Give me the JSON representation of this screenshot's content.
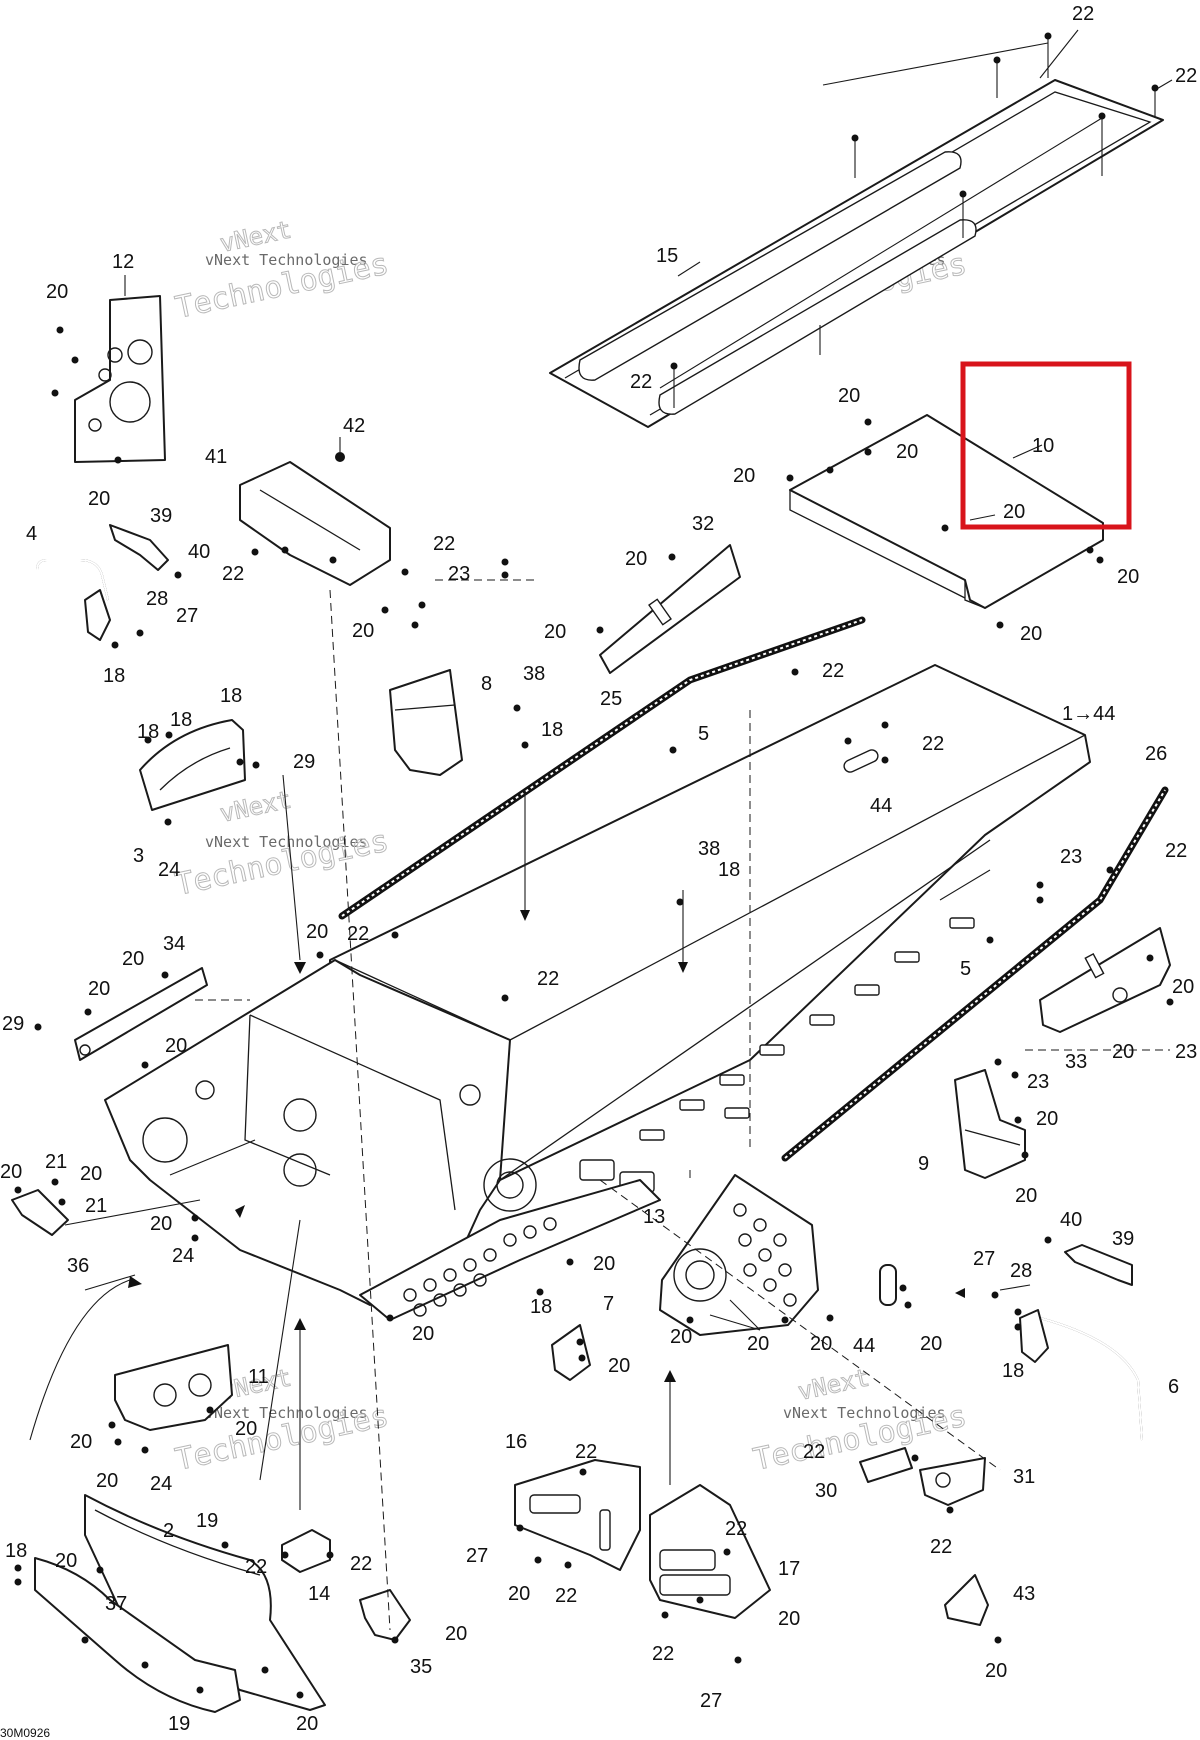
{
  "diagram": {
    "reference_code": "30M0926",
    "highlight_color": "#d8141b",
    "highlighted_part": "10",
    "watermark": {
      "line1": "vNext",
      "line2": "vNext Technologies",
      "line3": "Technologies"
    },
    "callouts": [
      {
        "id": "c-22a",
        "text": "22"
      },
      {
        "id": "c-22b",
        "text": "22"
      },
      {
        "id": "c-15",
        "text": "15"
      },
      {
        "id": "c-22c",
        "text": "22"
      },
      {
        "id": "c-20a",
        "text": "20"
      },
      {
        "id": "c-20b",
        "text": "20"
      },
      {
        "id": "c-20c",
        "text": "20"
      },
      {
        "id": "c-10",
        "text": "10"
      },
      {
        "id": "c-20d",
        "text": "20"
      },
      {
        "id": "c-20e",
        "text": "20"
      },
      {
        "id": "c-20f",
        "text": "20"
      },
      {
        "id": "c-12",
        "text": "12"
      },
      {
        "id": "c-20g",
        "text": "20"
      },
      {
        "id": "c-20h",
        "text": "20"
      },
      {
        "id": "c-42",
        "text": "42"
      },
      {
        "id": "c-41",
        "text": "41"
      },
      {
        "id": "c-39a",
        "text": "39"
      },
      {
        "id": "c-4",
        "text": "4"
      },
      {
        "id": "c-40a",
        "text": "40"
      },
      {
        "id": "c-28a",
        "text": "28"
      },
      {
        "id": "c-27a",
        "text": "27"
      },
      {
        "id": "c-18a",
        "text": "18"
      },
      {
        "id": "c-22d",
        "text": "22"
      },
      {
        "id": "c-22e",
        "text": "22"
      },
      {
        "id": "c-23a",
        "text": "23"
      },
      {
        "id": "c-32",
        "text": "32"
      },
      {
        "id": "c-20i",
        "text": "20"
      },
      {
        "id": "c-20j",
        "text": "20"
      },
      {
        "id": "c-20k",
        "text": "20"
      },
      {
        "id": "c-8",
        "text": "8"
      },
      {
        "id": "c-38a",
        "text": "38"
      },
      {
        "id": "c-18b",
        "text": "18"
      },
      {
        "id": "c-25",
        "text": "25"
      },
      {
        "id": "c-22f",
        "text": "22"
      },
      {
        "id": "c-5a",
        "text": "5"
      },
      {
        "id": "c-22g",
        "text": "22"
      },
      {
        "id": "c-1-44",
        "text": "1→44"
      },
      {
        "id": "c-26",
        "text": "26"
      },
      {
        "id": "c-44a",
        "text": "44"
      },
      {
        "id": "c-18c",
        "text": "18"
      },
      {
        "id": "c-18d",
        "text": "18"
      },
      {
        "id": "c-18e",
        "text": "18"
      },
      {
        "id": "c-29a",
        "text": "29"
      },
      {
        "id": "c-3",
        "text": "3"
      },
      {
        "id": "c-24a",
        "text": "24"
      },
      {
        "id": "c-38b",
        "text": "38"
      },
      {
        "id": "c-18f",
        "text": "18"
      },
      {
        "id": "c-23b",
        "text": "23"
      },
      {
        "id": "c-22h",
        "text": "22"
      },
      {
        "id": "c-20l",
        "text": "20"
      },
      {
        "id": "c-22i",
        "text": "22"
      },
      {
        "id": "c-5b",
        "text": "5"
      },
      {
        "id": "c-20m",
        "text": "20"
      },
      {
        "id": "c-34",
        "text": "34"
      },
      {
        "id": "c-20n",
        "text": "20"
      },
      {
        "id": "c-22j",
        "text": "22"
      },
      {
        "id": "c-29b",
        "text": "29"
      },
      {
        "id": "c-20o",
        "text": "20"
      },
      {
        "id": "c-20p",
        "text": "20"
      },
      {
        "id": "c-33",
        "text": "33"
      },
      {
        "id": "c-20q",
        "text": "20"
      },
      {
        "id": "c-23c",
        "text": "23"
      },
      {
        "id": "c-23d",
        "text": "23"
      },
      {
        "id": "c-20r",
        "text": "20"
      },
      {
        "id": "c-9",
        "text": "9"
      },
      {
        "id": "c-20s",
        "text": "20"
      },
      {
        "id": "c-20t",
        "text": "20"
      },
      {
        "id": "c-21a",
        "text": "21"
      },
      {
        "id": "c-20u",
        "text": "20"
      },
      {
        "id": "c-21b",
        "text": "21"
      },
      {
        "id": "c-36",
        "text": "36"
      },
      {
        "id": "c-20v",
        "text": "20"
      },
      {
        "id": "c-24b",
        "text": "24"
      },
      {
        "id": "c-13",
        "text": "13"
      },
      {
        "id": "c-20w",
        "text": "20"
      },
      {
        "id": "c-18g",
        "text": "18"
      },
      {
        "id": "c-40b",
        "text": "40"
      },
      {
        "id": "c-39b",
        "text": "39"
      },
      {
        "id": "c-27b",
        "text": "27"
      },
      {
        "id": "c-28b",
        "text": "28"
      },
      {
        "id": "c-20x",
        "text": "20"
      },
      {
        "id": "c-7",
        "text": "7"
      },
      {
        "id": "c-20y",
        "text": "20"
      },
      {
        "id": "c-20z",
        "text": "20"
      },
      {
        "id": "c-20aa",
        "text": "20"
      },
      {
        "id": "c-44b",
        "text": "44"
      },
      {
        "id": "c-20ab",
        "text": "20"
      },
      {
        "id": "c-20ac",
        "text": "20"
      },
      {
        "id": "c-18h",
        "text": "18"
      },
      {
        "id": "c-6",
        "text": "6"
      },
      {
        "id": "c-11",
        "text": "11"
      },
      {
        "id": "c-20ad",
        "text": "20"
      },
      {
        "id": "c-20ae",
        "text": "20"
      },
      {
        "id": "c-20af",
        "text": "20"
      },
      {
        "id": "c-24c",
        "text": "24"
      },
      {
        "id": "c-16",
        "text": "16"
      },
      {
        "id": "c-22k",
        "text": "22"
      },
      {
        "id": "c-22l",
        "text": "22"
      },
      {
        "id": "c-30",
        "text": "30"
      },
      {
        "id": "c-31",
        "text": "31"
      },
      {
        "id": "c-22m",
        "text": "22"
      },
      {
        "id": "c-19a",
        "text": "19"
      },
      {
        "id": "c-2",
        "text": "2"
      },
      {
        "id": "c-18i",
        "text": "18"
      },
      {
        "id": "c-20ag",
        "text": "20"
      },
      {
        "id": "c-22n",
        "text": "22"
      },
      {
        "id": "c-22o",
        "text": "22"
      },
      {
        "id": "c-14",
        "text": "14"
      },
      {
        "id": "c-27c",
        "text": "27"
      },
      {
        "id": "c-20ah",
        "text": "20"
      },
      {
        "id": "c-22p",
        "text": "22"
      },
      {
        "id": "c-22q",
        "text": "22"
      },
      {
        "id": "c-17",
        "text": "17"
      },
      {
        "id": "c-20ai",
        "text": "20"
      },
      {
        "id": "c-43",
        "text": "43"
      },
      {
        "id": "c-37",
        "text": "37"
      },
      {
        "id": "c-20aj",
        "text": "20"
      },
      {
        "id": "c-35",
        "text": "35"
      },
      {
        "id": "c-22r",
        "text": "22"
      },
      {
        "id": "c-20ak",
        "text": "20"
      },
      {
        "id": "c-19b",
        "text": "19"
      },
      {
        "id": "c-20al",
        "text": "20"
      },
      {
        "id": "c-27d",
        "text": "27"
      }
    ]
  }
}
